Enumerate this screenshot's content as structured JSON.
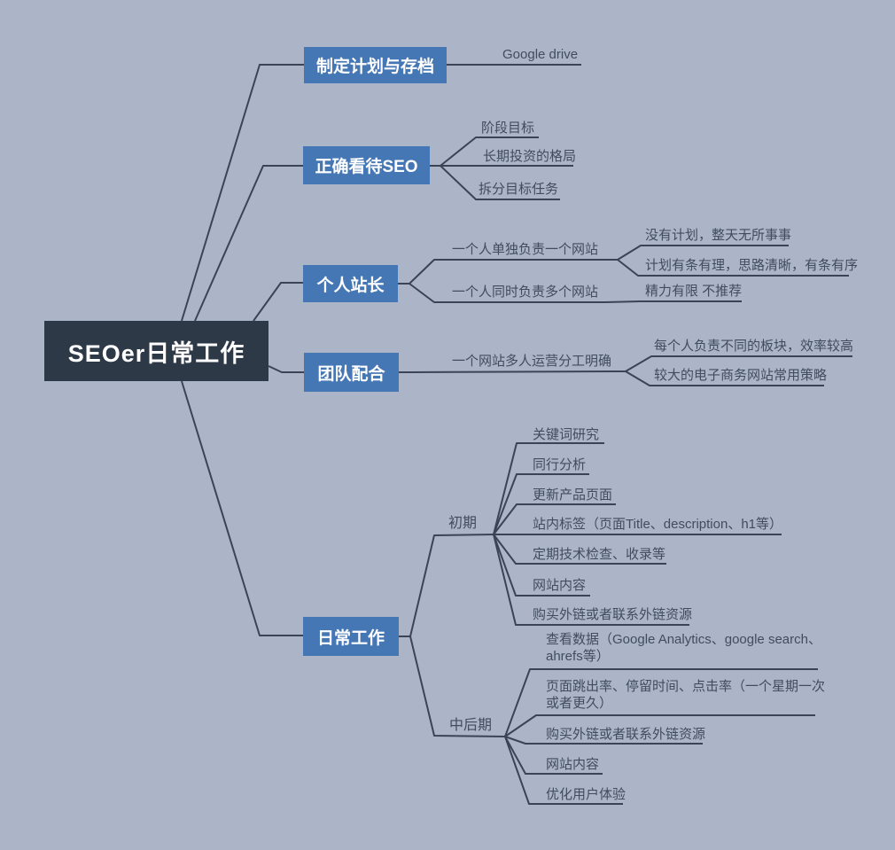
{
  "colors": {
    "background": "#abb5c7",
    "root_node_bg": "#2e3948",
    "branch_node_bg": "#4577b5",
    "node_text": "#ffffff",
    "line": "#3a4455",
    "leaf_text": "#414c5e"
  },
  "root": {
    "label": "SEOer日常工作"
  },
  "branches": [
    {
      "label": "制定计划与存档",
      "children": [
        {
          "label": "Google drive"
        }
      ]
    },
    {
      "label": "正确看待SEO",
      "children": [
        {
          "label": "阶段目标"
        },
        {
          "label": "长期投资的格局"
        },
        {
          "label": "拆分目标任务"
        }
      ]
    },
    {
      "label": "个人站长",
      "children": [
        {
          "label": "一个人单独负责一个网站",
          "children": [
            {
              "label": "没有计划，整天无所事事"
            },
            {
              "label": "计划有条有理，思路清晰，有条有序"
            }
          ]
        },
        {
          "label": "一个人同时负责多个网站",
          "children": [
            {
              "label": "精力有限 不推荐"
            }
          ]
        }
      ]
    },
    {
      "label": "团队配合",
      "children": [
        {
          "label": "一个网站多人运营分工明确",
          "children": [
            {
              "label": "每个人负责不同的板块，效率较高"
            },
            {
              "label": "较大的电子商务网站常用策略"
            }
          ]
        }
      ]
    },
    {
      "label": "日常工作",
      "children": [
        {
          "label": "初期",
          "children": [
            {
              "label": "关键词研究"
            },
            {
              "label": "同行分析"
            },
            {
              "label": "更新产品页面"
            },
            {
              "label": "站内标签（页面Title、description、h1等）"
            },
            {
              "label": "定期技术检查、收录等"
            },
            {
              "label": "网站内容"
            },
            {
              "label": "购买外链或者联系外链资源"
            }
          ]
        },
        {
          "label": "中后期",
          "children": [
            {
              "label": "查看数据（Google Analytics、google search、ahrefs等）"
            },
            {
              "label": "页面跳出率、停留时间、点击率（一个星期一次或者更久）"
            },
            {
              "label": "购买外链或者联系外链资源"
            },
            {
              "label": "网站内容"
            },
            {
              "label": "优化用户体验"
            }
          ]
        }
      ]
    }
  ]
}
